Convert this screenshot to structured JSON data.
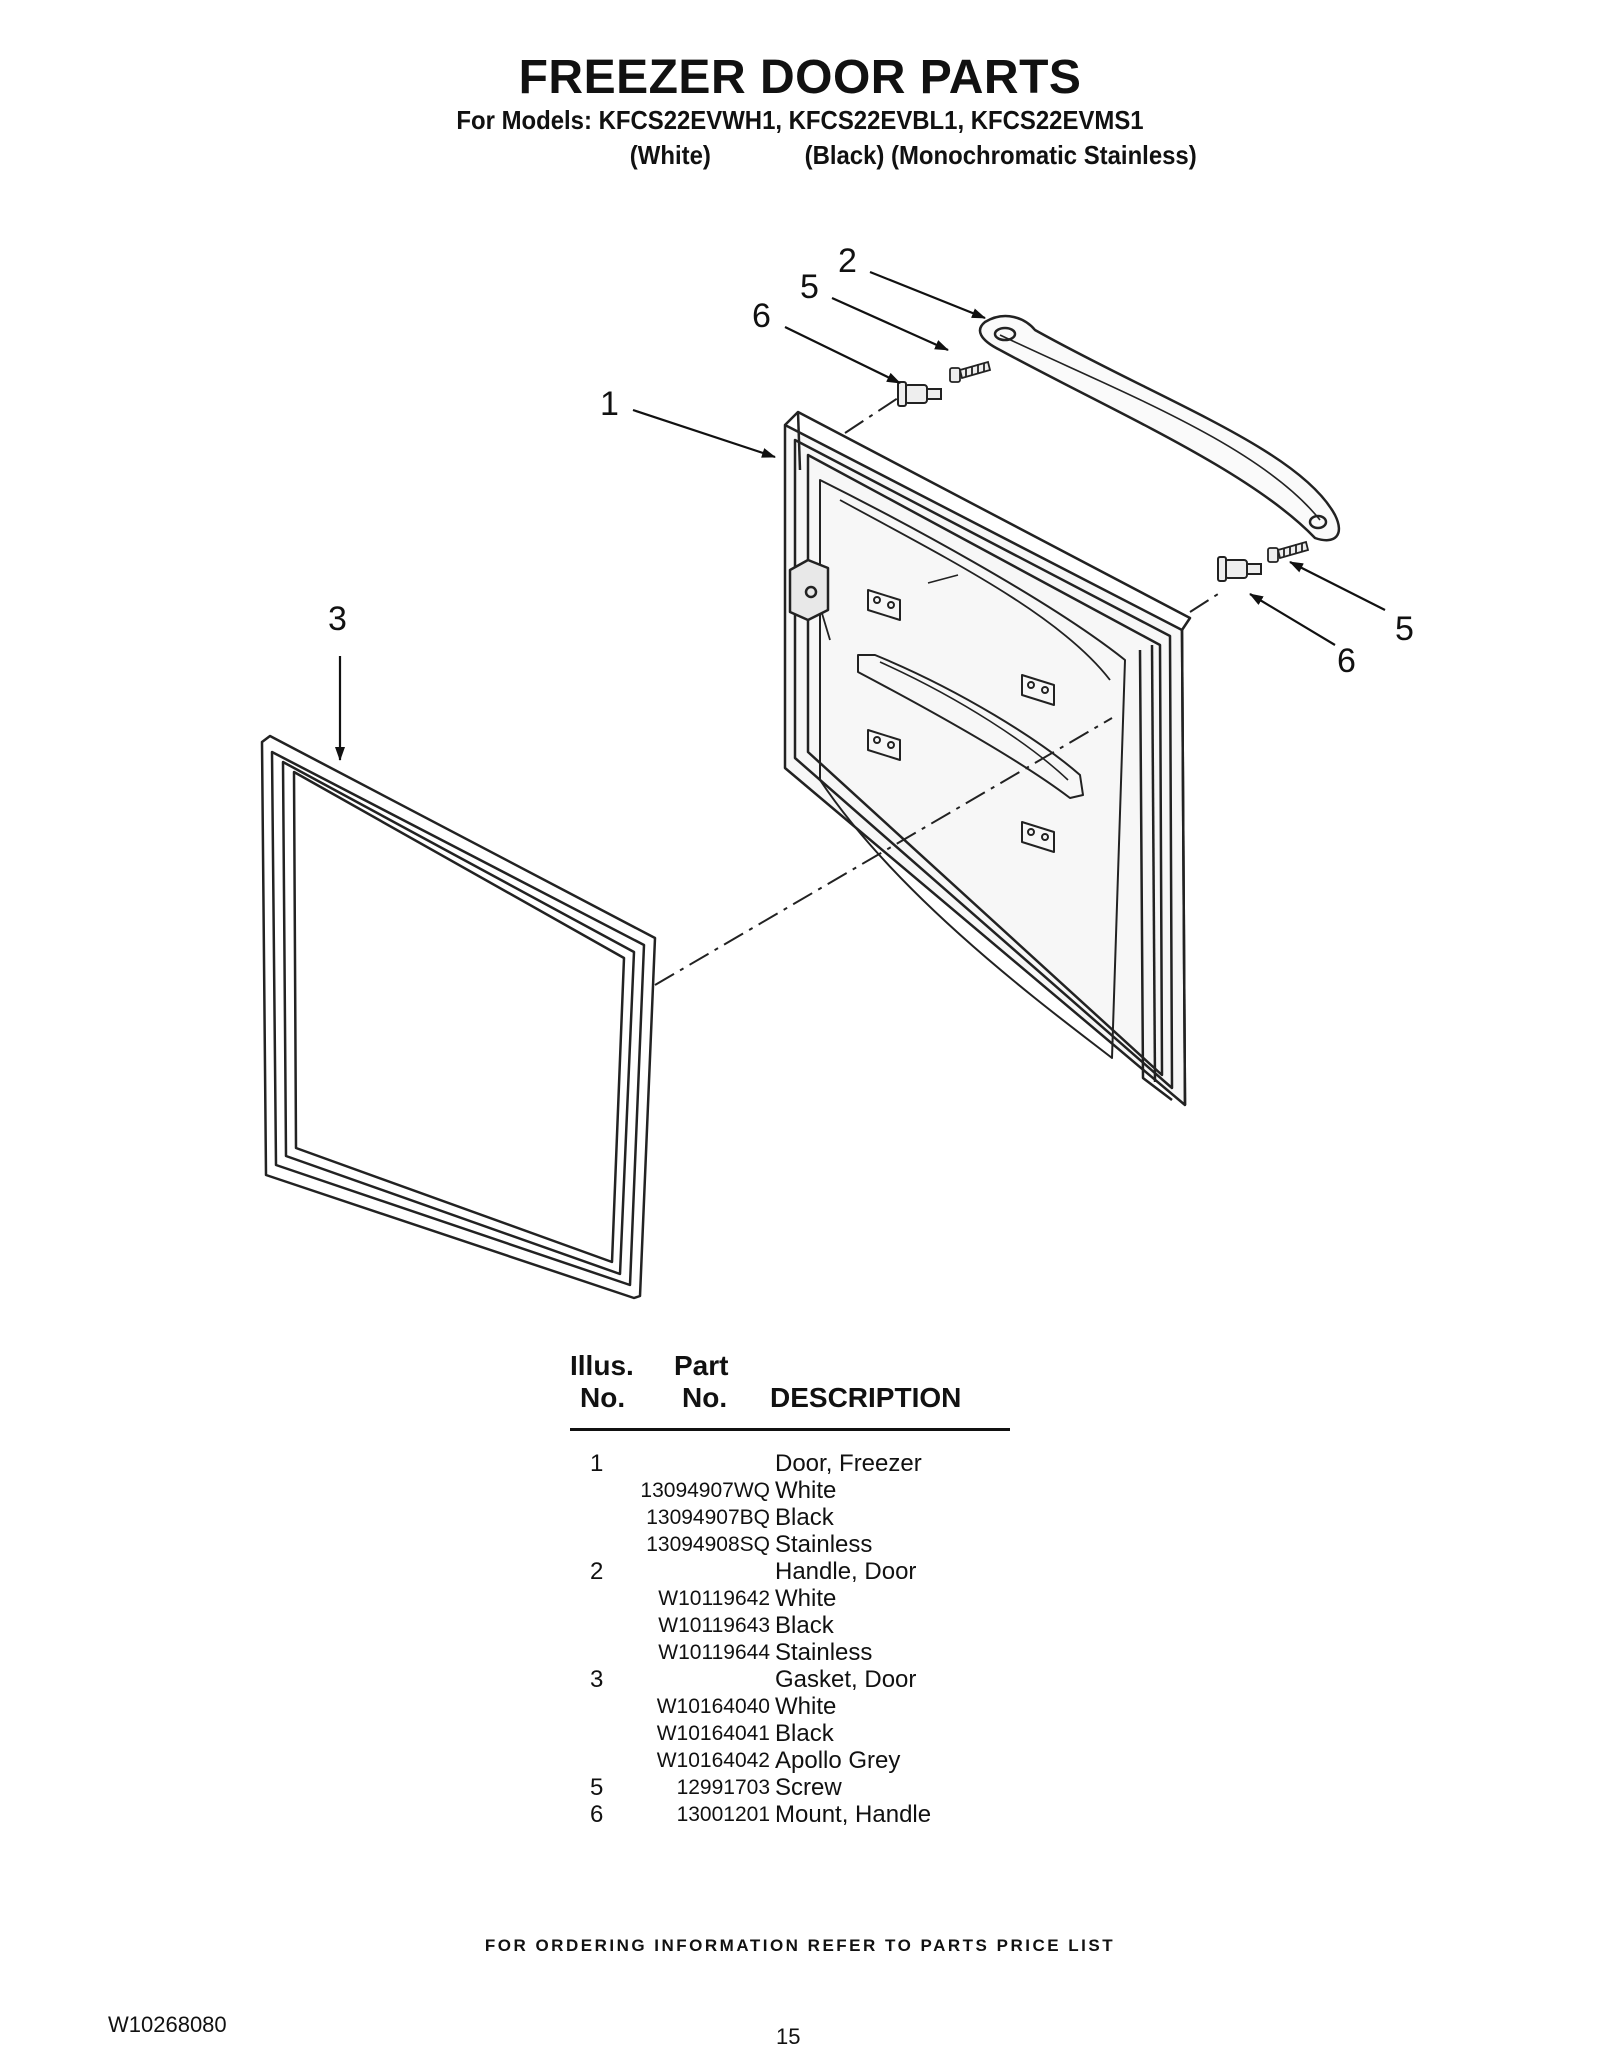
{
  "title": "FREEZER DOOR PARTS",
  "models_line": "For Models: KFCS22EVWH1, KFCS22EVBL1, KFCS22EVMS1",
  "colors": [
    "(White)",
    "(Black) (Monochromatic Stainless)"
  ],
  "callouts": {
    "c1": "1",
    "c2": "2",
    "c3": "3",
    "c5_top": "5",
    "c6_top": "6",
    "c5_right": "5",
    "c6_right": "6"
  },
  "table": {
    "header_illus_1": "Illus.",
    "header_illus_2": "No.",
    "header_part_1": "Part",
    "header_part_2": "No.",
    "header_desc": "DESCRIPTION",
    "rows": [
      {
        "illus": "1",
        "part": "",
        "desc": "Door, Freezer"
      },
      {
        "illus": "",
        "part": "13094907WQ",
        "desc": "White"
      },
      {
        "illus": "",
        "part": "13094907BQ",
        "desc": "Black"
      },
      {
        "illus": "",
        "part": "13094908SQ",
        "desc": "Stainless"
      },
      {
        "illus": "2",
        "part": "",
        "desc": "Handle, Door"
      },
      {
        "illus": "",
        "part": "W10119642",
        "desc": "White"
      },
      {
        "illus": "",
        "part": "W10119643",
        "desc": "Black"
      },
      {
        "illus": "",
        "part": "W10119644",
        "desc": "Stainless"
      },
      {
        "illus": "3",
        "part": "",
        "desc": "Gasket, Door"
      },
      {
        "illus": "",
        "part": "W10164040",
        "desc": "White"
      },
      {
        "illus": "",
        "part": "W10164041",
        "desc": "Black"
      },
      {
        "illus": "",
        "part": "W10164042",
        "desc": "Apollo Grey"
      },
      {
        "illus": "5",
        "part": "12991703",
        "desc": "Screw"
      },
      {
        "illus": "6",
        "part": "13001201",
        "desc": "Mount, Handle"
      }
    ]
  },
  "footer_note": "FOR ORDERING INFORMATION REFER TO PARTS PRICE LIST",
  "doc_number": "W10268080",
  "page_number": "15"
}
